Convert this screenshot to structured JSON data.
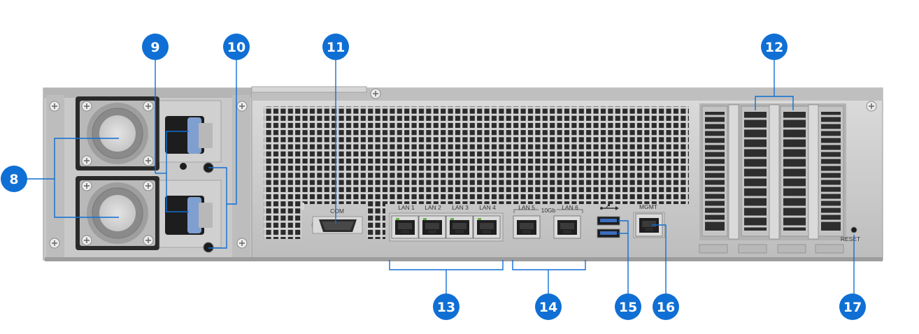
{
  "colors": {
    "callout": "#0f6fd4",
    "leader": "#0f6fd4",
    "chassis": "#c7c7c7",
    "chassis_dark": "#8e8e8e",
    "grille_hole": "#2a2a2a",
    "port": "#3a3a3a",
    "latch": "#7f9fd0"
  },
  "callouts": [
    "8",
    "9",
    "10",
    "11",
    "12",
    "13",
    "14",
    "15",
    "16",
    "17"
  ],
  "ports": {
    "com": "COM",
    "lan1": "LAN 1",
    "lan2": "LAN 2",
    "lan3": "LAN 3",
    "lan4": "LAN 4",
    "lan5": "LAN 5",
    "lan6": "LAN 6",
    "ten_gb": "10Gb",
    "mgmt": "MGMT",
    "reset": "RESET"
  },
  "icons": {
    "usb": "usb-icon",
    "screw": "screw-icon",
    "fan": "fan-icon"
  }
}
